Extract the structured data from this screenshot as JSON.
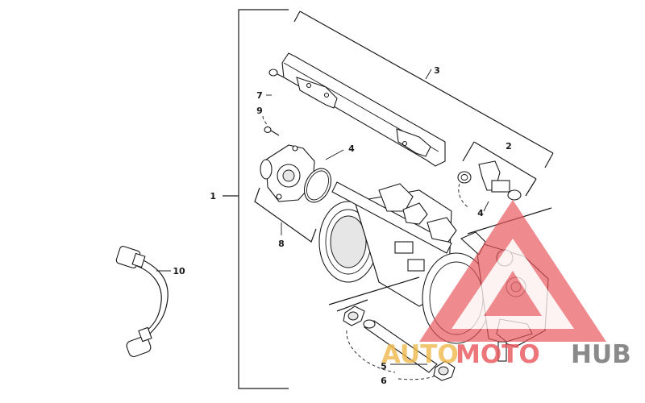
{
  "callouts": {
    "c1": "1",
    "c2": "2",
    "c3": "3",
    "c4a": "4",
    "c4b": "4",
    "c5": "5",
    "c6": "6",
    "c7": "7",
    "c8": "8",
    "c9": "9",
    "c10": "10"
  },
  "watermark": {
    "part1": "AUTO",
    "part2": "MOTO",
    "part3": "HUB",
    "color_orange": "#f0b84a",
    "color_red": "#e8555a",
    "color_gray": "#6e6e6e"
  }
}
